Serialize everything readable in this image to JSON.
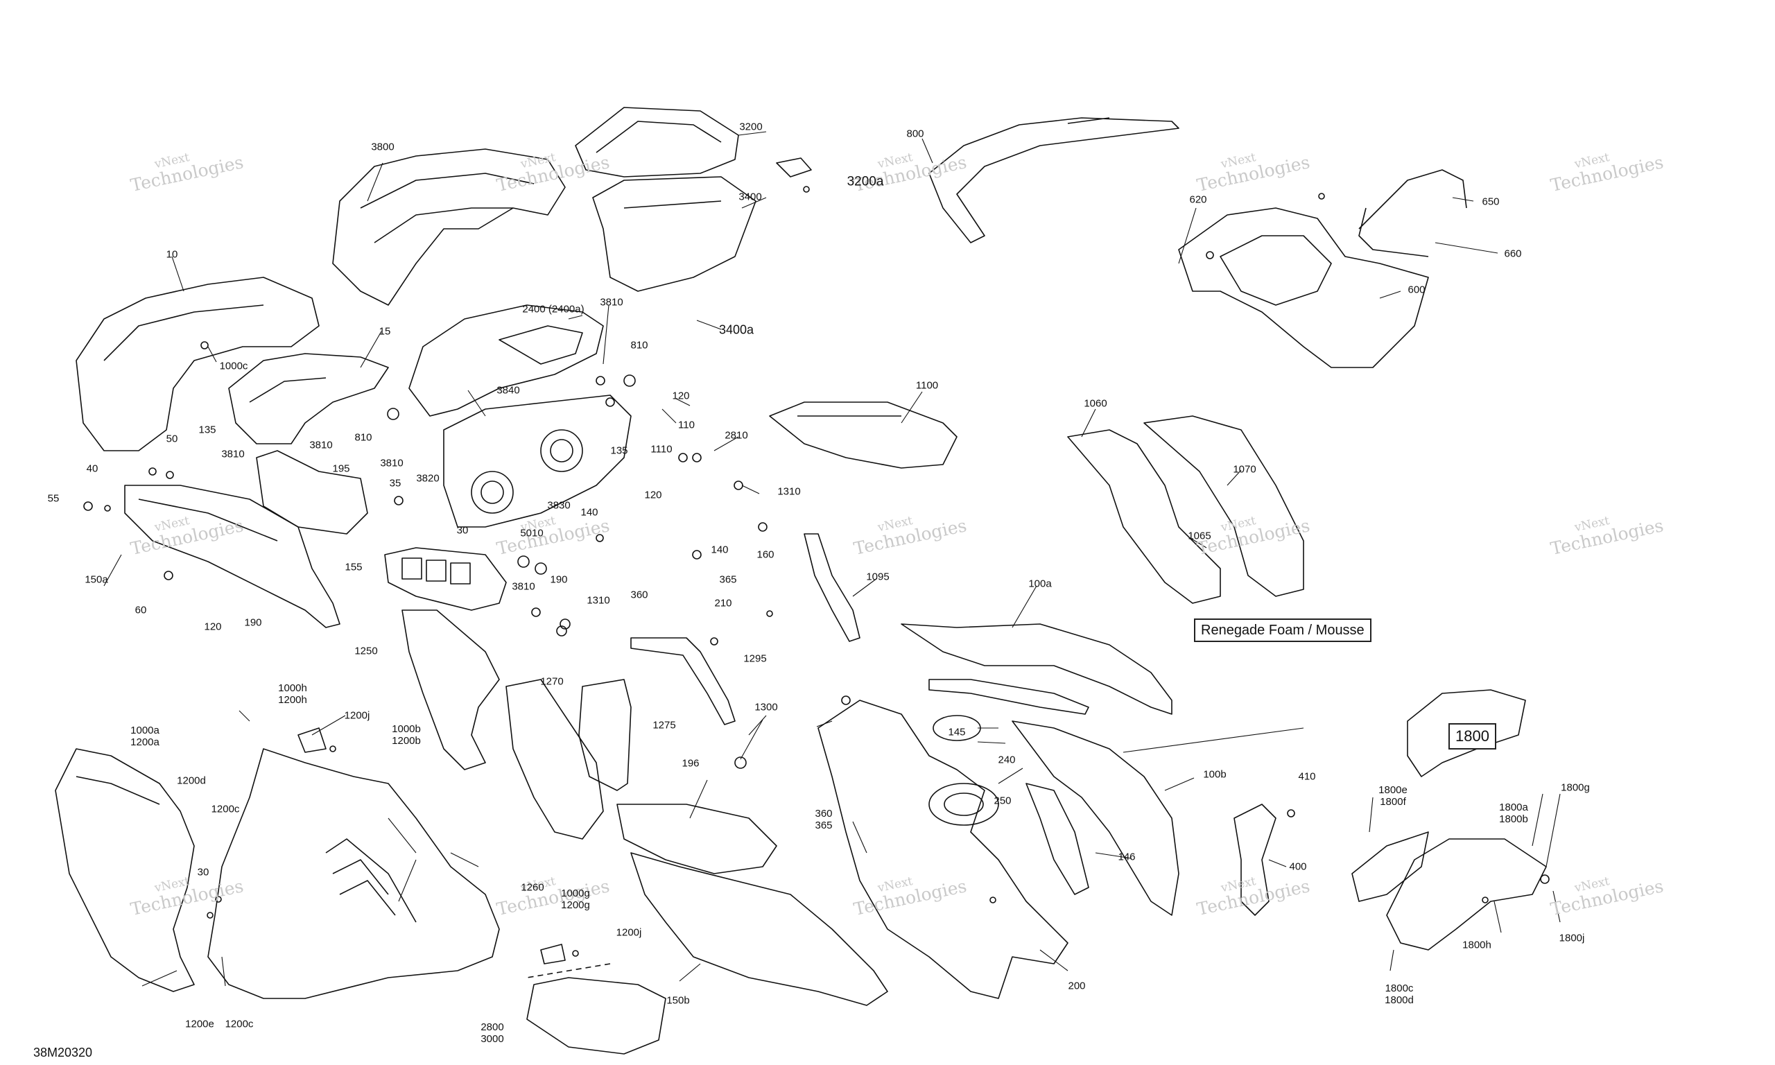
{
  "figure_code": "38M20320",
  "boxed_note": "Renegade Foam / Mousse",
  "boxed_callout": "1800",
  "watermark": {
    "line1": "vNext",
    "line2": "Technologies"
  },
  "callouts": [
    "3800",
    "3200",
    "3200a",
    "3400",
    "800",
    "620",
    "650",
    "660",
    "600",
    "10",
    "1000c",
    "15",
    "2400 (2400a)",
    "3810",
    "810",
    "120",
    "3400a",
    "3840",
    "110",
    "2810",
    "1100",
    "1060",
    "1070",
    "1065",
    "50",
    "135",
    "3810",
    "3810",
    "195",
    "810",
    "40",
    "55",
    "3810",
    "35",
    "3820",
    "135",
    "1110",
    "140",
    "120",
    "1310",
    "3830",
    "160",
    "30",
    "5010",
    "140",
    "365",
    "150a",
    "60",
    "120",
    "190",
    "155",
    "3810",
    "190",
    "360",
    "210",
    "1310",
    "1095",
    "100a",
    "1250",
    "1270",
    "1275",
    "1295",
    "1300",
    "145",
    "1000h\n1200h",
    "1200j",
    "1000a\n1200a",
    "1000b\n1200b",
    "1200d",
    "1200c",
    "196",
    "240",
    "250",
    "100b",
    "410",
    "1800e\n1800f",
    "1800a\n1800b",
    "1800g",
    "360\n365",
    "146",
    "400",
    "30",
    "1260",
    "1000g\n1200g",
    "1200j",
    "1800h",
    "1800j",
    "200",
    "1800c\n1800d",
    "150b",
    "1200e",
    "1200c",
    "2800\n3000"
  ]
}
